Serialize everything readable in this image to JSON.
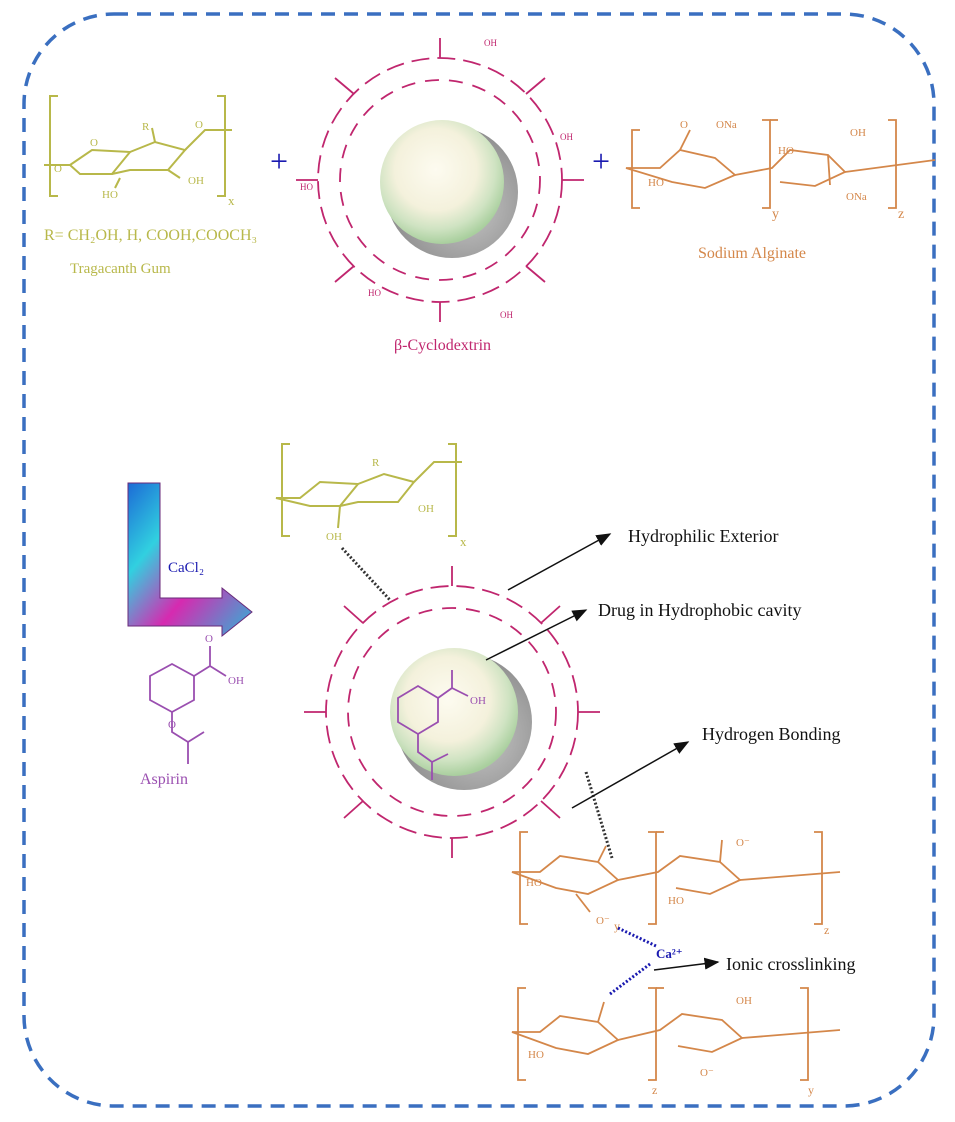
{
  "colors": {
    "border": "#3a6fc0",
    "tragacanth": "#b8b84a",
    "cyclodextrin": "#c0266e",
    "alginate": "#d4874a",
    "aspirin": "#9a4fb0",
    "plus": "#1a1ab0",
    "calcium": "#1a1ab0",
    "arrow": "#111111"
  },
  "reactants": {
    "tragacanth": {
      "substituent": "R= CH₂OH, H, COOH,COOCH₃",
      "name": "Tragacanth Gum",
      "r_label": "R",
      "oh_label": "OH",
      "ho_label": "HO",
      "o_label": "O",
      "repeat": "x"
    },
    "cyclodextrin": {
      "name": "β-Cyclodextrin",
      "oh_label": "OH",
      "ho_label": "HO"
    },
    "alginate": {
      "name": "Sodium Alginate",
      "ona_label": "ONa",
      "ho_label": "HO",
      "oh_label": "OH",
      "o_label": "O",
      "repeat_y": "y",
      "repeat_z": "z"
    },
    "plus_sign": "+"
  },
  "reagent": {
    "cacl2": "CaCl₂"
  },
  "drug": {
    "name": "Aspirin",
    "oh_label": "OH",
    "o_label": "O"
  },
  "product": {
    "oh_label": "OH",
    "o_minus": "O⁻",
    "calcium": "Ca²⁺",
    "repeat_x": "x",
    "repeat_y": "y",
    "repeat_z": "z"
  },
  "annotations": {
    "exterior": "Hydrophilic Exterior",
    "cavity": "Drug in Hydrophobic cavity",
    "hbond": "Hydrogen Bonding",
    "ionic": "Ionic crosslinking"
  }
}
